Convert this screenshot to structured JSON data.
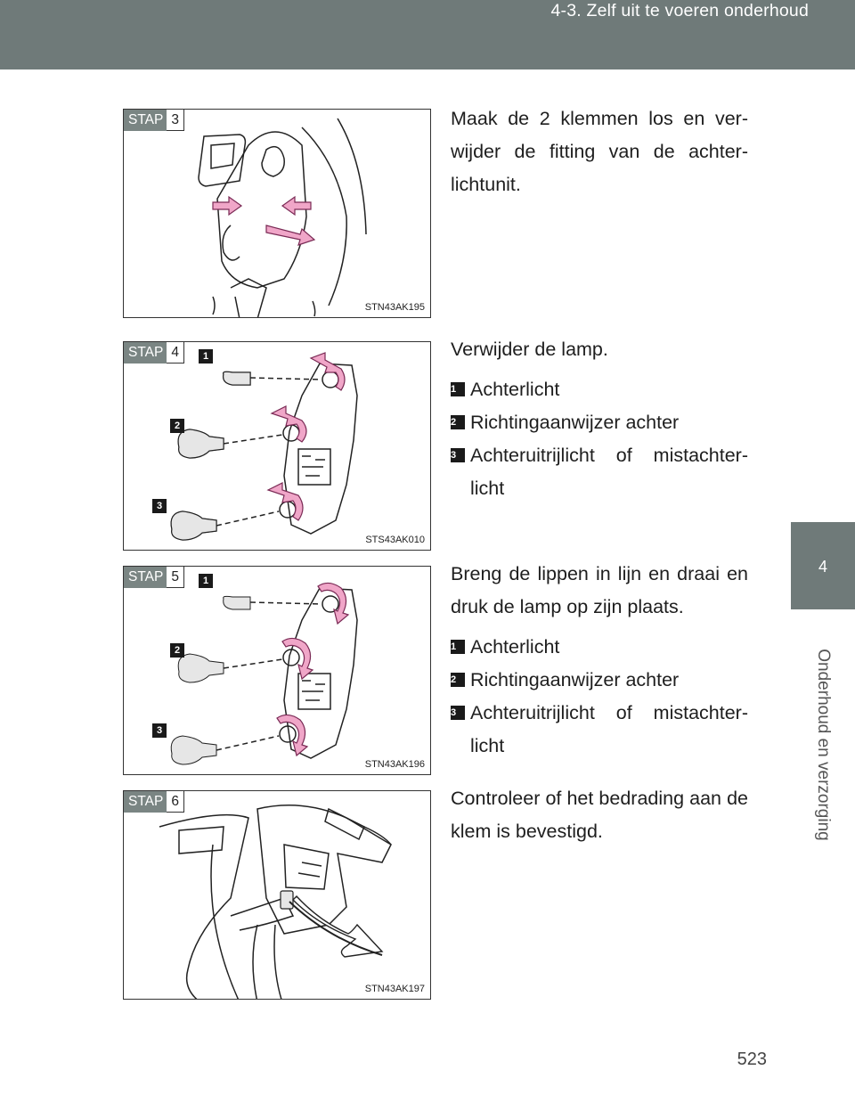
{
  "header": {
    "title": "4-3. Zelf uit te voeren onderhoud"
  },
  "side_tab": {
    "number": "4",
    "label": "Onderhoud en verzorging"
  },
  "page_number": "523",
  "steps": [
    {
      "badge_label": "STAP",
      "badge_number": "3",
      "figure_code": "STN43AK195",
      "text": "Maak de 2 klemmen los en ver-wijder de fitting van de achter-lichtunit.",
      "items": []
    },
    {
      "badge_label": "STAP",
      "badge_number": "4",
      "figure_code": "STS43AK010",
      "text": "Verwijder de lamp.",
      "items": [
        {
          "marker": "1",
          "text": "Achterlicht"
        },
        {
          "marker": "2",
          "text": "Richtingaanwijzer achter"
        },
        {
          "marker": "3",
          "text": "Achteruitrijlicht of mistachter-licht"
        }
      ]
    },
    {
      "badge_label": "STAP",
      "badge_number": "5",
      "figure_code": "STN43AK196",
      "text": "Breng de lippen in lijn en draai en druk de lamp op zijn plaats.",
      "items": [
        {
          "marker": "1",
          "text": "Achterlicht"
        },
        {
          "marker": "2",
          "text": "Richtingaanwijzer achter"
        },
        {
          "marker": "3",
          "text": "Achteruitrijlicht of mistachter-licht"
        }
      ]
    },
    {
      "badge_label": "STAP",
      "badge_number": "6",
      "figure_code": "STN43AK197",
      "text": "Controleer of het bedrading aan de klem is bevestigd.",
      "items": []
    }
  ],
  "colors": {
    "header": "#6f7a79",
    "arrow": "#f0a6c8",
    "arrow_outline": "#7a2a55"
  }
}
